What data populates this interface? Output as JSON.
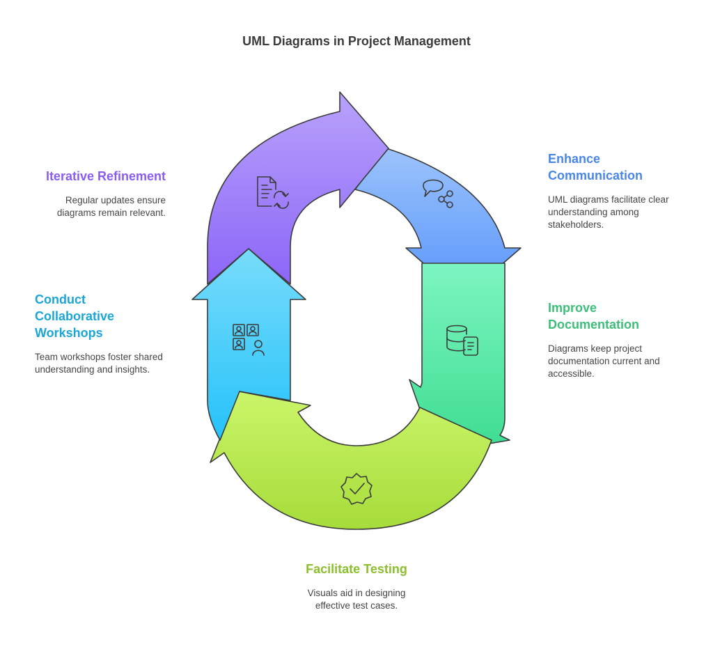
{
  "title": "UML Diagrams in Project Management",
  "steps": [
    {
      "title_line1": "Enhance",
      "title_line2": "Communication",
      "description": "UML diagrams facilitate clear understanding among stakeholders.",
      "color": "#4a86e8",
      "icon": "chat-share-icon"
    },
    {
      "title_line1": "Improve",
      "title_line2": "Documentation",
      "description": "Diagrams keep project documentation current and accessible.",
      "color": "#3dbf7a",
      "icon": "database-document-icon"
    },
    {
      "title": "Facilitate Testing",
      "description": "Visuals aid in designing effective test cases.",
      "color": "#8cbf2e",
      "icon": "badge-check-icon"
    },
    {
      "title_line1": "Conduct",
      "title_line2": "Collaborative",
      "title_line3": "Workshops",
      "description": "Team workshops foster shared understanding and insights.",
      "color": "#1aa6d6",
      "icon": "team-grid-icon"
    },
    {
      "title": "Iterative Refinement",
      "description": "Regular updates ensure diagrams remain relevant.",
      "color": "#8a5cf0",
      "icon": "document-refresh-icon"
    }
  ]
}
